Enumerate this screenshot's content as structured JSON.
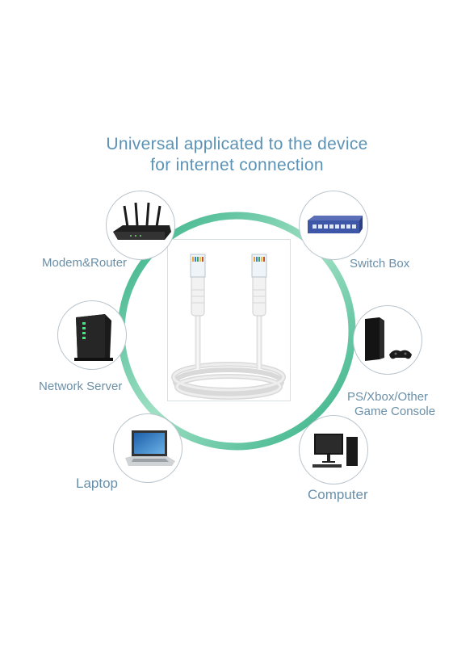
{
  "heading": {
    "line1": "Universal applicated to the device",
    "line2": "for internet connection"
  },
  "colors": {
    "ring": "#3fb98a",
    "heading": "#5b93b7",
    "label": "#6a8fa8"
  },
  "devices": [
    {
      "label": "Modem&Router",
      "icon": "router-icon"
    },
    {
      "label": "Switch Box",
      "icon": "switch-icon"
    },
    {
      "label": "Network Server",
      "icon": "server-icon"
    },
    {
      "label": "PS/Xbox/Other",
      "label2": "Game Console",
      "icon": "game-console-icon"
    },
    {
      "label": "Laptop",
      "icon": "laptop-icon"
    },
    {
      "label": "Computer",
      "icon": "computer-icon"
    }
  ],
  "product": {
    "icon": "ethernet-cable-icon"
  }
}
